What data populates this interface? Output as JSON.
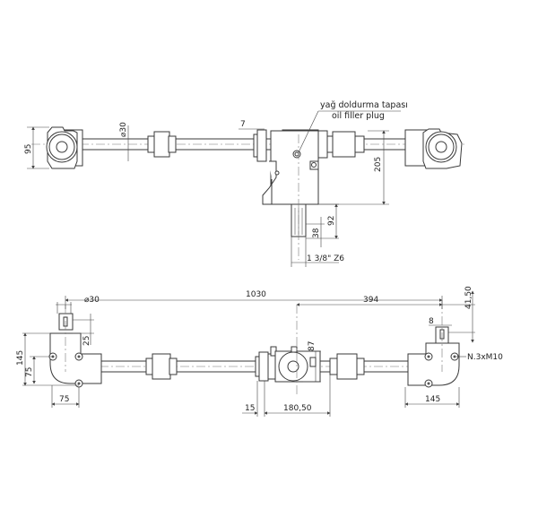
{
  "drawing": {
    "annotation": {
      "line1": "yağ doldurma tapası",
      "line2": "oil filler plug"
    },
    "top_view": {
      "dims": {
        "height_end": "95",
        "shaft_diameter": "⌀30",
        "flange_width": "7",
        "body_height": "205",
        "shaft_drop": "92",
        "shaft_len": "38",
        "spline": "1 3/8\" Z6"
      }
    },
    "bottom_view": {
      "dims": {
        "overall_length": "1030",
        "shaft_diameter": "⌀30",
        "center_offset": "394",
        "left_height": "145",
        "left_bolt_offset": "75",
        "left_bolt_spacing": "75",
        "shaft_key": "25",
        "gearbox_height": "87",
        "flange": "15",
        "gearbox_width": "180,50",
        "right_top": "41,50",
        "right_key": "8",
        "bolts": "N.3xM10",
        "right_width": "145"
      }
    }
  }
}
